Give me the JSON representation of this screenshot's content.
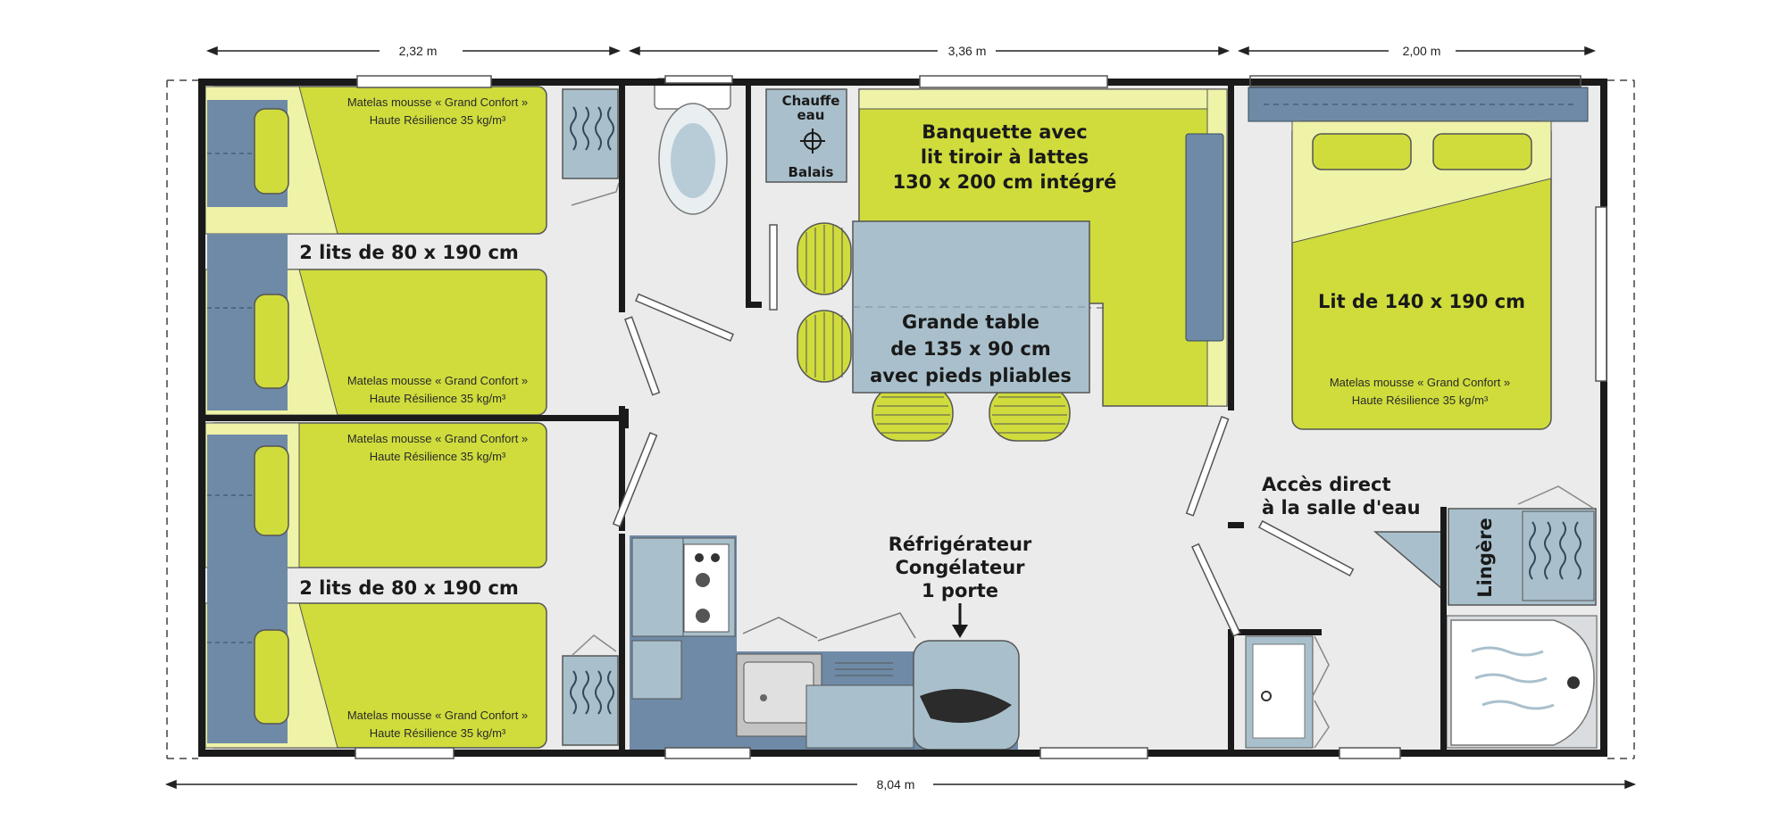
{
  "dimensions": {
    "left": "2,32 m",
    "middle": "3,36 m",
    "right": "2,00 m",
    "total": "8,04 m"
  },
  "rooms": {
    "beds_top_label": "2 lits de 80 x 190 cm",
    "beds_bottom_label": "2 lits de 80 x 190 cm",
    "mattress_line1": "Matelas mousse « Grand Confort »",
    "mattress_line2": "Haute Résilience 35 kg/m³",
    "heater_line1": "Chauffe",
    "heater_line2": "eau",
    "broom_label": "Balais",
    "bench_line1": "Banquette avec",
    "bench_line2": "lit tiroir à lattes",
    "bench_line3": "130 x 200 cm intégré",
    "table_line1": "Grande table",
    "table_line2": "de 135 x 90 cm",
    "table_line3": "avec pieds pliables",
    "double_bed_label": "Lit de 140 x 190 cm",
    "access_line1": "Accès direct",
    "access_line2": "à la salle d'eau",
    "fridge_line1": "Réfrigérateur",
    "fridge_line2": "Congélateur",
    "fridge_line3": "1 porte",
    "linen_label": "Lingère"
  },
  "colors": {
    "mattress": "#cfdc3c",
    "mattress_light": "#eef3a8",
    "headboard": "#6f8aa6",
    "fixture": "#a9c0cc",
    "floor": "#ebebeb",
    "wall": "#1a1a1a",
    "kitchen_dark": "#6f8aa6"
  }
}
